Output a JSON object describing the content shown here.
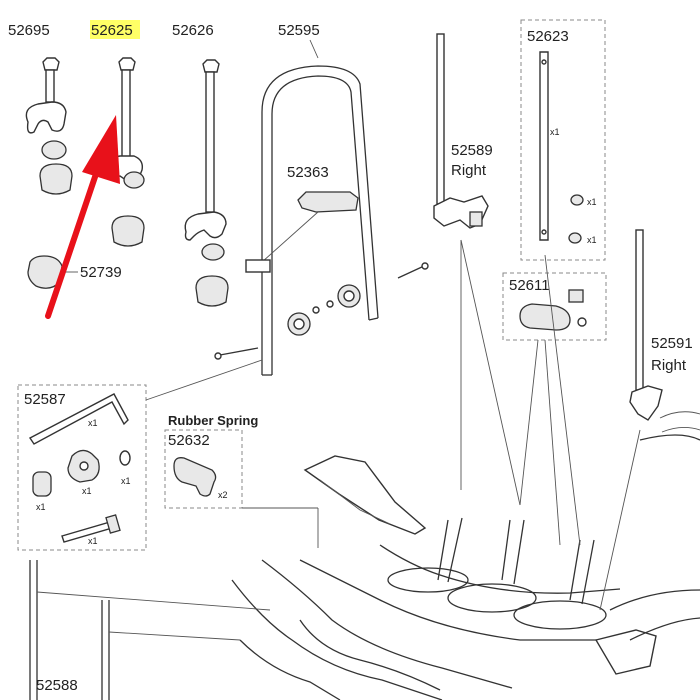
{
  "labels": {
    "p52695": "52695",
    "p52625": "52625",
    "p52626": "52626",
    "p52595": "52595",
    "p52623": "52623",
    "p52589": "52589",
    "right_52589": "Right",
    "p52363": "52363",
    "p52739": "52739",
    "p52611": "52611",
    "p52591": "52591",
    "right_52591": "Right",
    "p52587": "52587",
    "rubber_spring": "Rubber Spring",
    "p52632": "52632",
    "p52588": "52588"
  },
  "quantities": {
    "q52623_strap": "x1",
    "q52623_screw1": "x1",
    "q52623_screw2": "x1",
    "q52587_key": "x1",
    "q52587_knob": "x1",
    "q52587_washer": "x1",
    "q52587_spacer": "x1",
    "q52587_bolt": "x1",
    "q52632": "x2"
  },
  "colors": {
    "highlight": "#ffff66",
    "arrow": "#e8111a",
    "line": "#333333"
  }
}
